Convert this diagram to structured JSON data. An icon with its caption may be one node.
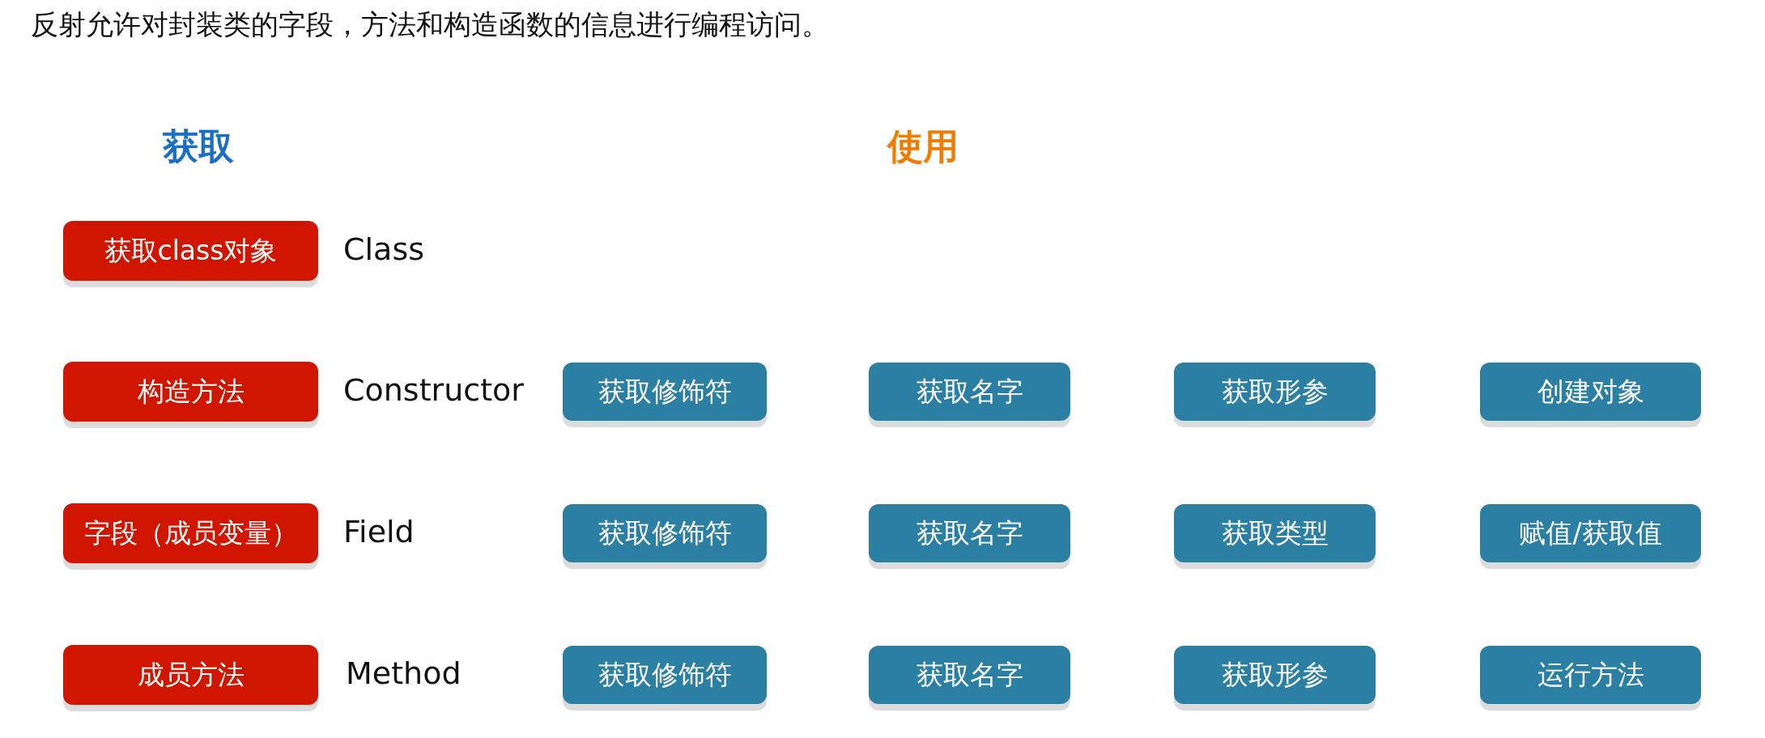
{
  "diagram": {
    "title": "反射允许对封装类的字段，方法和构造函数的信息进行编程访问。",
    "nodes": [
      {
        "text": [
          "获取class对象"
        ],
        "beside": [
          "Class"
        ]
      },
      {
        "text": [
          "构造方法"
        ],
        "beside": [
          "Constructor"
        ]
      },
      {
        "text": [
          "获取修饰符"
        ]
      },
      {
        "text": [
          "获取名字"
        ]
      },
      {
        "text": [
          "获取形参"
        ]
      },
      {
        "text": [
          "创建对象"
        ]
      },
      {
        "text": [
          "字段（成员变量）"
        ],
        "beside": [
          "Field"
        ]
      },
      {
        "text": [
          "获取修饰符"
        ]
      },
      {
        "text": [
          "获取名字"
        ]
      },
      {
        "text": [
          "获取类型"
        ]
      },
      {
        "text": [
          "赋值/获取值"
        ]
      },
      {
        "text": [
          "成员方法"
        ],
        "beside": [
          "Method"
        ]
      },
      {
        "text": [
          "获取修饰符"
        ]
      },
      {
        "text": [
          "获取名字"
        ]
      },
      {
        "text": [
          "获取形参"
        ]
      },
      {
        "text": [
          "运行方法"
        ]
      }
    ],
    "labels": [
      "获取",
      "使用"
    ]
  }
}
